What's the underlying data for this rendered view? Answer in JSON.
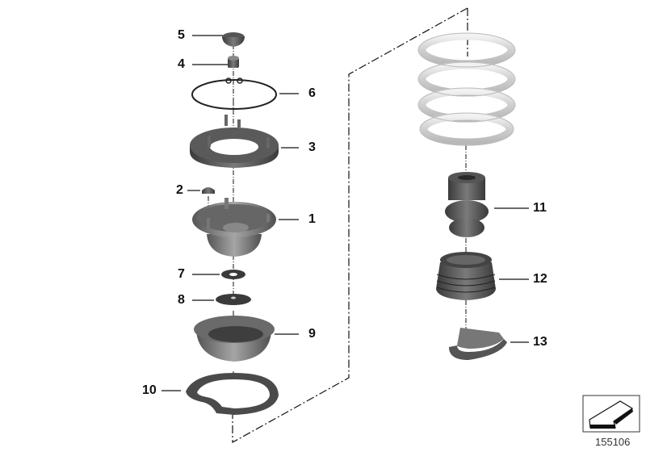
{
  "diagram": {
    "type": "exploded-parts-view",
    "reference_number": "155106",
    "callouts": [
      {
        "id": "5",
        "label": "5",
        "part": "dust-cap"
      },
      {
        "id": "4",
        "label": "4",
        "part": "hex-nut"
      },
      {
        "id": "6",
        "label": "6",
        "part": "circlip-ring"
      },
      {
        "id": "3",
        "label": "3",
        "part": "strut-mount-ring"
      },
      {
        "id": "2",
        "label": "2",
        "part": "collar-nut"
      },
      {
        "id": "1",
        "label": "1",
        "part": "strut-support-mount"
      },
      {
        "id": "7",
        "label": "7",
        "part": "washer"
      },
      {
        "id": "8",
        "label": "8",
        "part": "disc-washer"
      },
      {
        "id": "9",
        "label": "9",
        "part": "spring-seat"
      },
      {
        "id": "10",
        "label": "10",
        "part": "spring-pad"
      },
      {
        "id": "11",
        "label": "11",
        "part": "bump-stop"
      },
      {
        "id": "12",
        "label": "12",
        "part": "protective-bellows"
      },
      {
        "id": "13",
        "label": "13",
        "part": "lower-spring-pad"
      }
    ],
    "colors": {
      "part_dark": "#4a4a4a",
      "part_mid": "#6e6e6e",
      "part_light": "#9a9a9a",
      "spring": "#d6d6d6",
      "line": "#111111"
    }
  }
}
